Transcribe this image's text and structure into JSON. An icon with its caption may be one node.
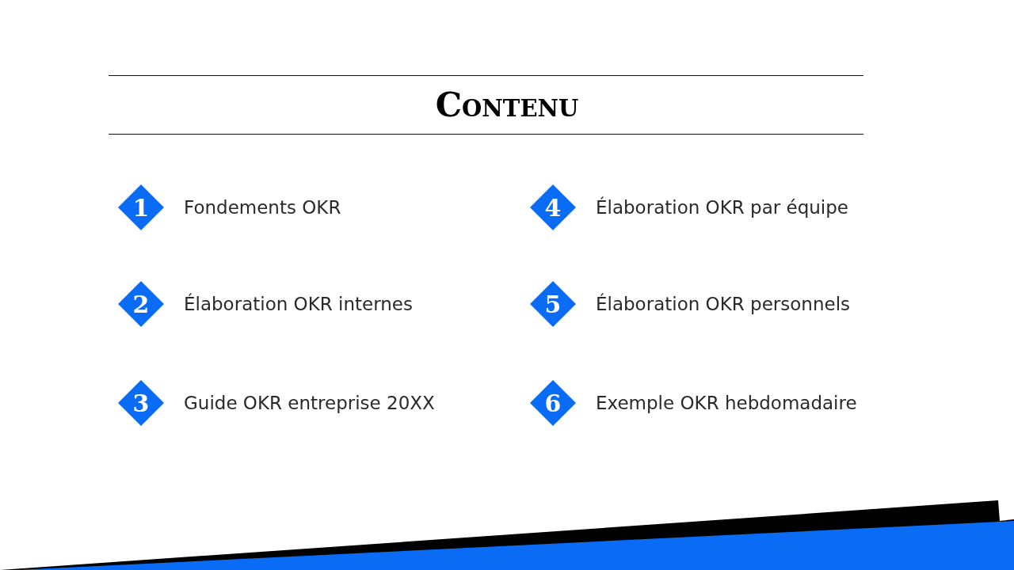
{
  "diagram": {
    "title": "Contenu",
    "nodes": [
      {
        "text": [
          "1"
        ],
        "beside": [
          "Fondements OKR"
        ]
      },
      {
        "text": [
          "2"
        ],
        "beside": [
          "Élaboration OKR internes"
        ]
      },
      {
        "text": [
          "3"
        ],
        "beside": [
          "Guide OKR entreprise 20XX"
        ]
      },
      {
        "text": [
          "4"
        ],
        "beside": [
          "Élaboration OKR par équipe"
        ]
      },
      {
        "text": [
          "5"
        ],
        "beside": [
          "Élaboration OKR personnels"
        ]
      },
      {
        "text": [
          "6"
        ],
        "beside": [
          "Exemple OKR hebdomadaire"
        ]
      }
    ],
    "edges": []
  }
}
